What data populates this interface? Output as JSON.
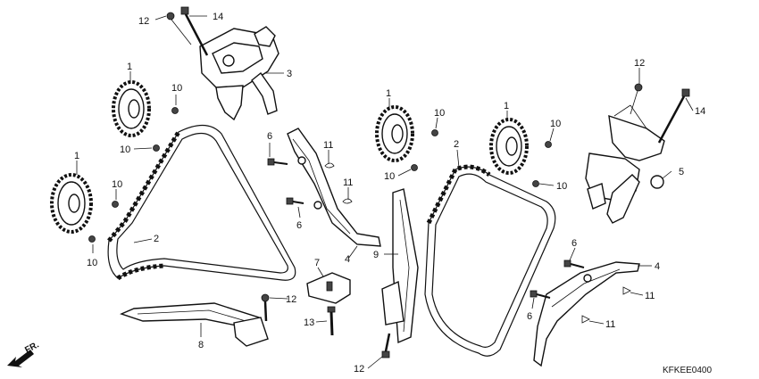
{
  "diagram": {
    "code": "KFKEE0400",
    "direction": "FR.",
    "callouts": [
      {
        "id": "c1",
        "text": "12"
      },
      {
        "id": "c2",
        "text": "14"
      },
      {
        "id": "c3",
        "text": "3"
      },
      {
        "id": "c4",
        "text": "1"
      },
      {
        "id": "c5",
        "text": "10"
      },
      {
        "id": "c6",
        "text": "10"
      },
      {
        "id": "c7",
        "text": "1"
      },
      {
        "id": "c8",
        "text": "10"
      },
      {
        "id": "c9",
        "text": "10"
      },
      {
        "id": "c10",
        "text": "2"
      },
      {
        "id": "c11",
        "text": "6"
      },
      {
        "id": "c12",
        "text": "11"
      },
      {
        "id": "c13",
        "text": "11"
      },
      {
        "id": "c14",
        "text": "6"
      },
      {
        "id": "c15",
        "text": "4"
      },
      {
        "id": "c16",
        "text": "7"
      },
      {
        "id": "c17",
        "text": "12"
      },
      {
        "id": "c18",
        "text": "13"
      },
      {
        "id": "c19",
        "text": "8"
      },
      {
        "id": "c20",
        "text": "1"
      },
      {
        "id": "c21",
        "text": "10"
      },
      {
        "id": "c22",
        "text": "10"
      },
      {
        "id": "c23",
        "text": "2"
      },
      {
        "id": "c24",
        "text": "9"
      },
      {
        "id": "c25",
        "text": "12"
      },
      {
        "id": "c26",
        "text": "1"
      },
      {
        "id": "c27",
        "text": "10"
      },
      {
        "id": "c28",
        "text": "10"
      },
      {
        "id": "c29",
        "text": "12"
      },
      {
        "id": "c30",
        "text": "14"
      },
      {
        "id": "c31",
        "text": "5"
      },
      {
        "id": "c32",
        "text": "6"
      },
      {
        "id": "c33",
        "text": "4"
      },
      {
        "id": "c34",
        "text": "6"
      },
      {
        "id": "c35",
        "text": "11"
      },
      {
        "id": "c36",
        "text": "11"
      }
    ]
  }
}
